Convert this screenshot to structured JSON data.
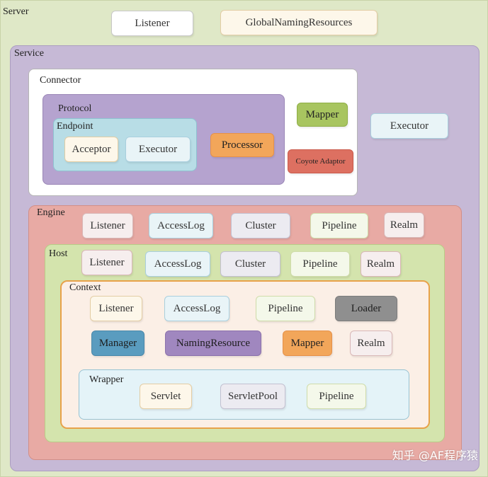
{
  "colors": {
    "server_bg": "#dfe8c7",
    "service_bg": "#c6b9d6",
    "connector_bg": "#ffffff",
    "protocol_bg": "#b5a3cf",
    "endpoint_bg": "#b8dde6",
    "engine_bg": "#e8aaa4",
    "host_bg": "#d4e4ad",
    "context_bg": "#fbefe6",
    "wrapper_bg": "#e4f3f8"
  },
  "server": {
    "label": "Server",
    "listener": "Listener",
    "global_naming_resources": "GlobalNamingResources"
  },
  "service": {
    "label": "Service",
    "executor": "Executor",
    "connector": {
      "label": "Connector",
      "mapper": "Mapper",
      "coyote_adaptor": "Coyote Adaptor",
      "protocol": {
        "label": "Protocol",
        "processor": "Processor",
        "endpoint": {
          "label": "Endpoint",
          "acceptor": "Acceptor",
          "executor": "Executor"
        }
      }
    },
    "engine": {
      "label": "Engine",
      "listener": "Listener",
      "accesslog": "AccessLog",
      "cluster": "Cluster",
      "pipeline": "Pipeline",
      "realm": "Realm",
      "host": {
        "label": "Host",
        "listener": "Listener",
        "accesslog": "AccessLog",
        "cluster": "Cluster",
        "pipeline": "Pipeline",
        "realm": "Realm",
        "context": {
          "label": "Context",
          "listener": "Listener",
          "accesslog": "AccessLog",
          "pipeline": "Pipeline",
          "loader": "Loader",
          "manager": "Manager",
          "naming_resource": "NamingResource",
          "mapper": "Mapper",
          "realm": "Realm",
          "wrapper": {
            "label": "Wrapper",
            "servlet": "Servlet",
            "servlet_pool": "ServletPool",
            "pipeline": "Pipeline"
          }
        }
      }
    }
  },
  "watermark": "知乎 @AF程序猿"
}
